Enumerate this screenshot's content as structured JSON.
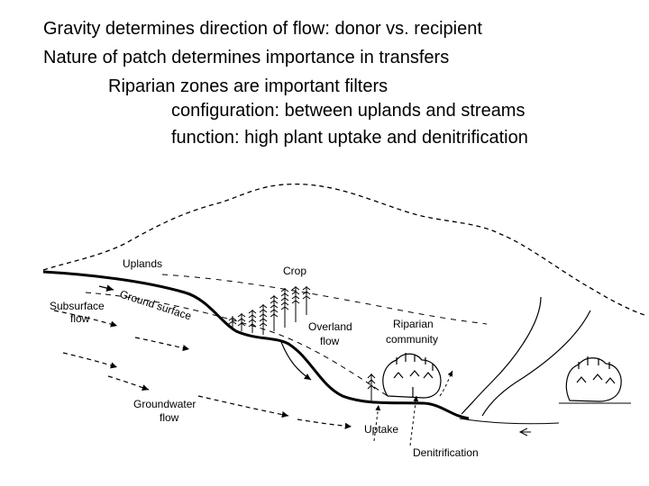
{
  "slide": {
    "bullets": [
      {
        "text": "Gravity determines direction of flow: donor vs. recipient",
        "level": 0
      },
      {
        "text": "Nature of patch determines importance in transfers",
        "level": 0
      },
      {
        "text": "Riparian zones are important filters",
        "level": 1
      },
      {
        "text": "configuration: between uplands and streams",
        "level": 2
      },
      {
        "text": "function: high plant uptake and denitrification",
        "level": 2
      }
    ]
  },
  "diagram": {
    "labels": {
      "uplands": "Uplands",
      "crop": "Crop",
      "ground_surface": "Ground surface",
      "subsurface_flow_1": "Subsurface",
      "subsurface_flow_2": "flow",
      "overland_flow_1": "Overland",
      "overland_flow_2": "flow",
      "riparian_1": "Riparian",
      "riparian_2": "community",
      "groundwater_1": "Groundwater",
      "groundwater_2": "flow",
      "uptake": "Uptake",
      "denitrification": "Denitrification"
    }
  }
}
